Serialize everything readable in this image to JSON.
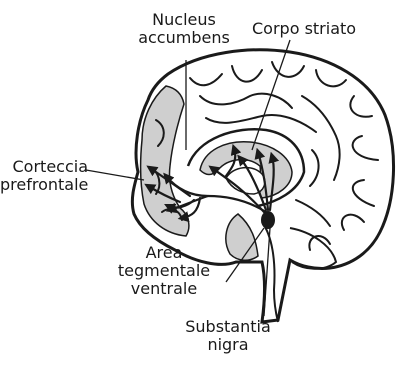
{
  "labels": {
    "nucleus_accumbens": [
      "Nucleus",
      "accumbens"
    ],
    "corpo_striato": "Corpo striato",
    "corteccia_prefrontale": [
      "Corteccia",
      "prefrontale"
    ],
    "area_tegmentale_ventrale": [
      "Area",
      "tegmentale",
      "ventrale"
    ],
    "substantia_nigra": [
      "Substantia",
      "nigra"
    ]
  },
  "colors": {
    "line": "#1a1a1a",
    "region_fill": "#cfcfcf",
    "background": "#ffffff"
  }
}
